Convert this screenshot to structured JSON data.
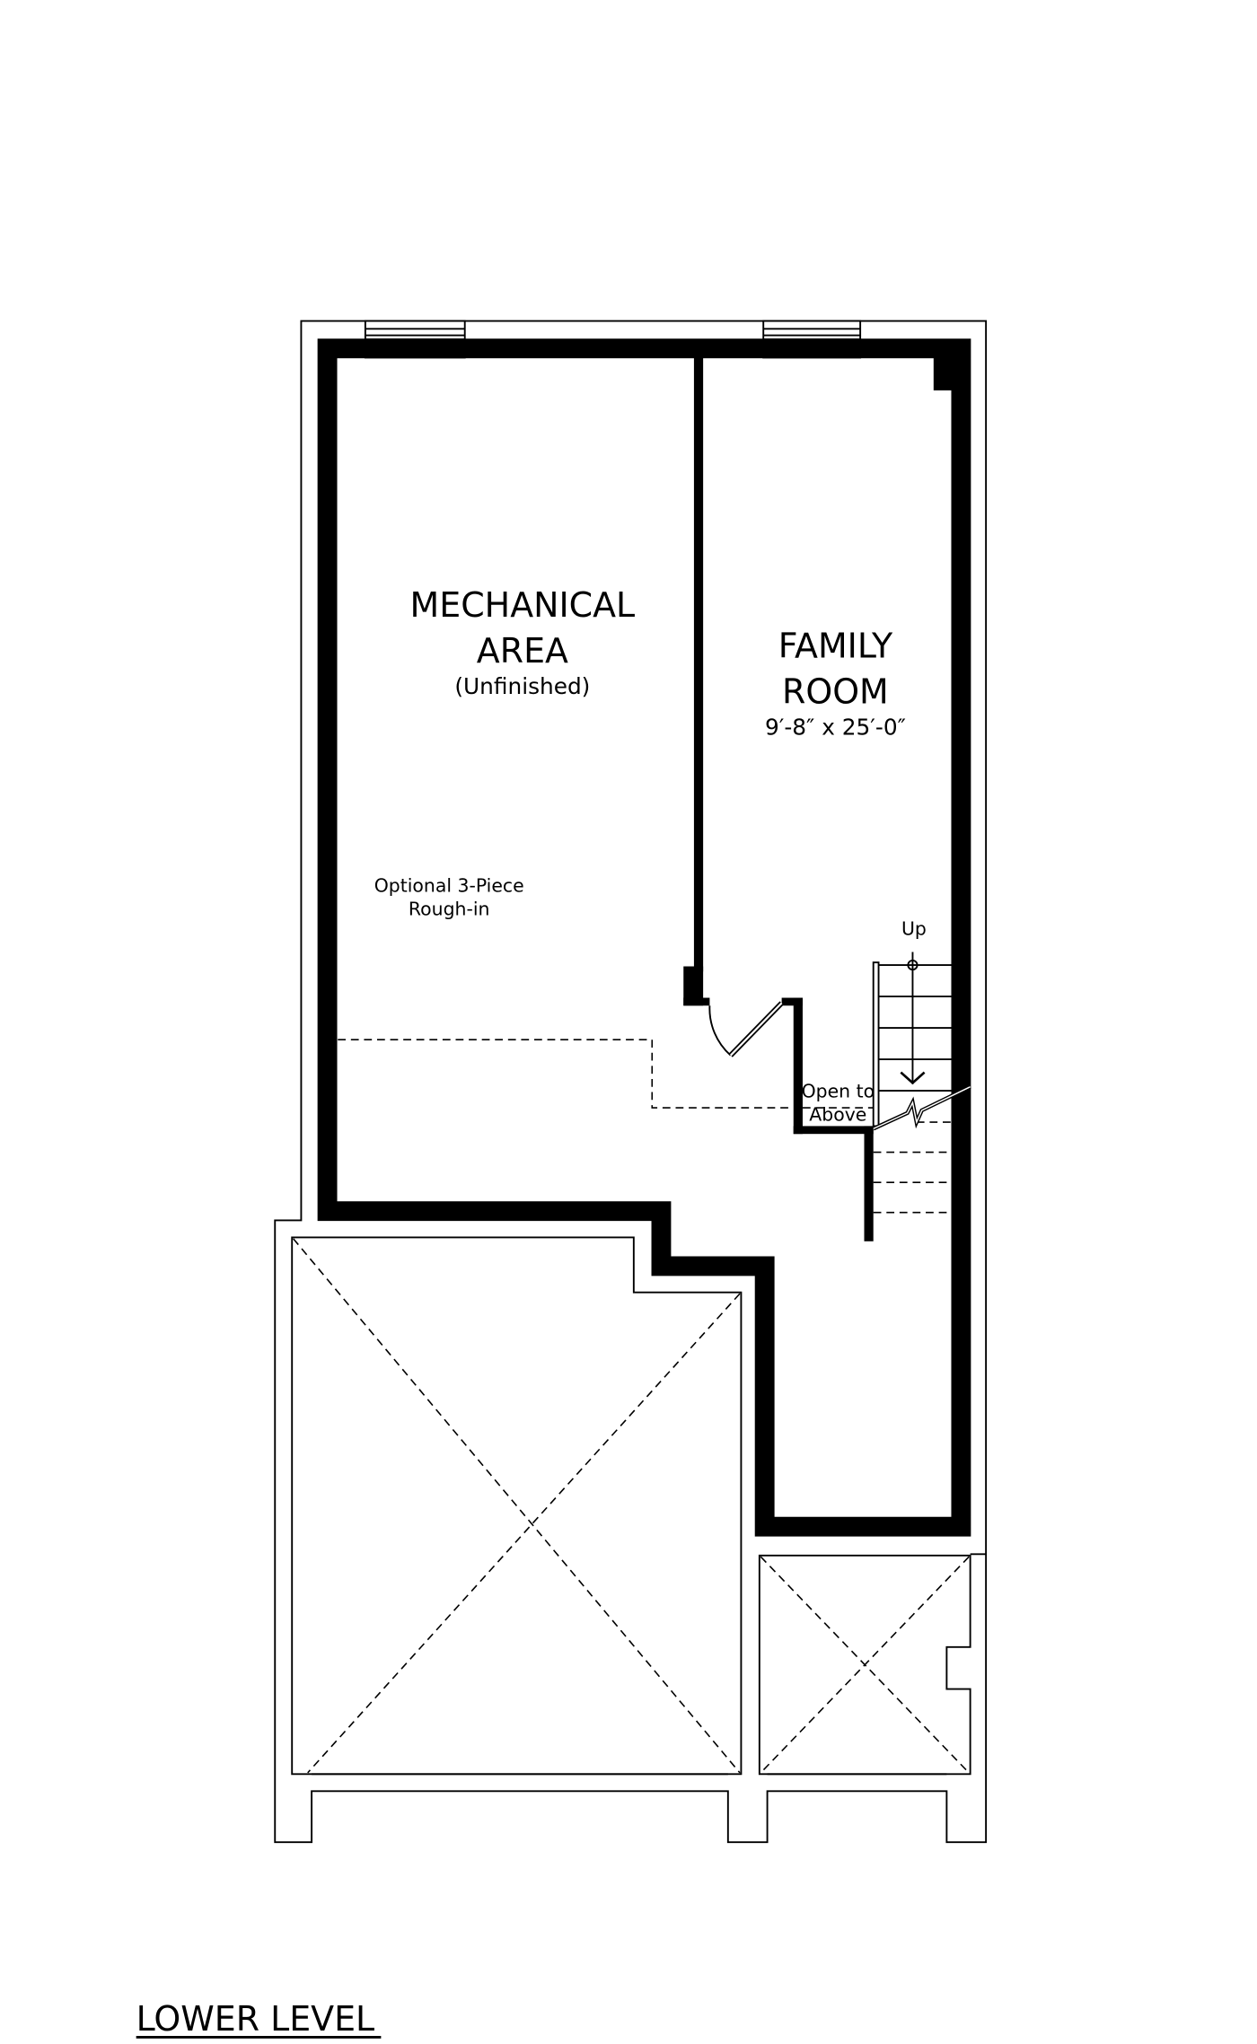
{
  "plan": {
    "level_title": "LOWER LEVEL",
    "rooms": [
      {
        "name_line1": "MECHANICAL",
        "name_line2": "AREA",
        "detail": "(Unfinished)"
      },
      {
        "name_line1": "FAMILY",
        "name_line2": "ROOM",
        "detail": "9′-8″ x 25′-0″"
      }
    ],
    "notes": {
      "rough_in_line1": "Optional 3-Piece",
      "rough_in_line2": "Rough-in",
      "stair_direction": "Up",
      "open_line1": "Open to",
      "open_line2": "Above"
    },
    "colors": {
      "wall": "#000000",
      "background": "#ffffff"
    }
  }
}
